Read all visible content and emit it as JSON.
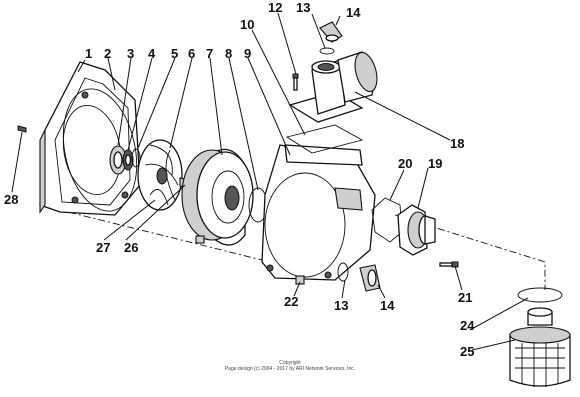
{
  "callouts": {
    "c1": "1",
    "c2": "2",
    "c3": "3",
    "c4": "4",
    "c5": "5",
    "c6": "6",
    "c7": "7",
    "c8": "8",
    "c9": "9",
    "c10": "10",
    "c12": "12",
    "c13a": "13",
    "c14a": "14",
    "c18": "18",
    "c19": "19",
    "c20": "20",
    "c21": "21",
    "c22": "22",
    "c13b": "13",
    "c14b": "14",
    "c24": "24",
    "c25": "25",
    "c26": "26",
    "c27": "27",
    "c28": "28"
  },
  "footer": {
    "line1": "Copyright",
    "line2": "Page design (c) 2004 - 2017 by ARI Network Services, Inc."
  }
}
